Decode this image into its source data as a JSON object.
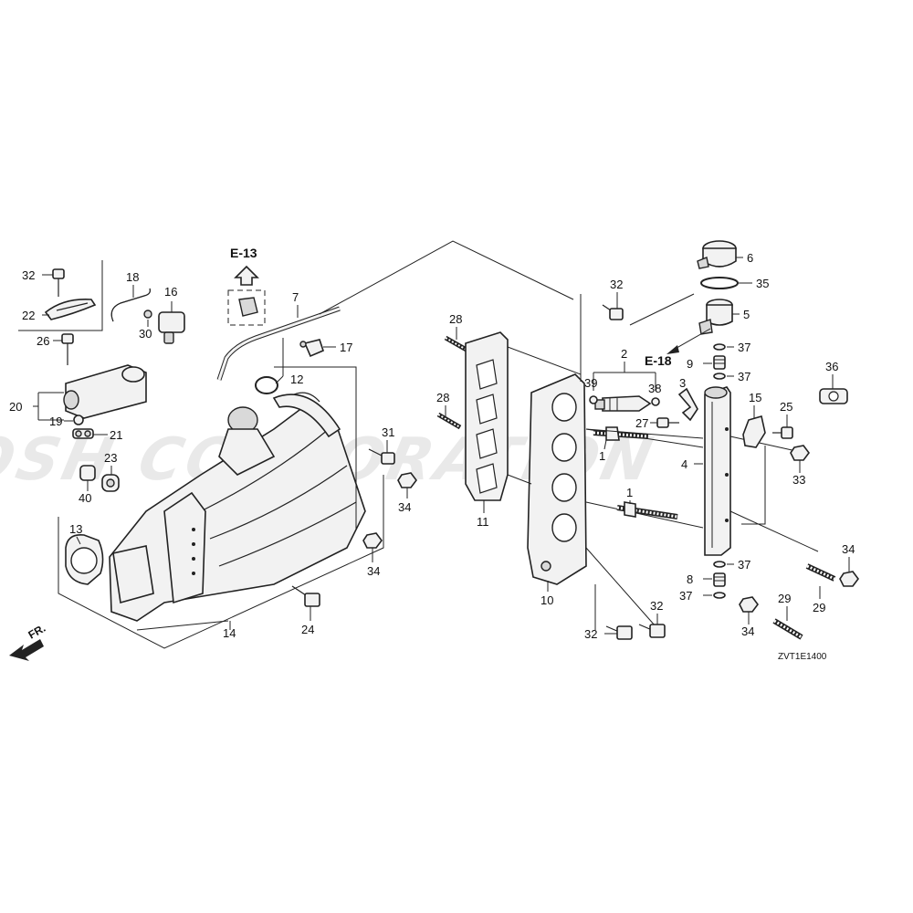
{
  "watermark": "JOSH CORPORATION",
  "diagram_code": "ZVT1E1400",
  "direction": {
    "label": "FR."
  },
  "references": [
    {
      "id": "e13",
      "label": "E-13"
    },
    {
      "id": "e18",
      "label": "E-18"
    }
  ],
  "callouts": [
    {
      "id": "c32a",
      "text": "32"
    },
    {
      "id": "c22",
      "text": "22"
    },
    {
      "id": "c18",
      "text": "18"
    },
    {
      "id": "c16",
      "text": "16"
    },
    {
      "id": "c30",
      "text": "30"
    },
    {
      "id": "c26",
      "text": "26"
    },
    {
      "id": "c20",
      "text": "20"
    },
    {
      "id": "c19",
      "text": "19"
    },
    {
      "id": "c21",
      "text": "21"
    },
    {
      "id": "c23",
      "text": "23"
    },
    {
      "id": "c40",
      "text": "40"
    },
    {
      "id": "c13",
      "text": "13"
    },
    {
      "id": "c7",
      "text": "7"
    },
    {
      "id": "c17",
      "text": "17"
    },
    {
      "id": "c12",
      "text": "12"
    },
    {
      "id": "c31",
      "text": "31"
    },
    {
      "id": "c34a",
      "text": "34"
    },
    {
      "id": "c34b",
      "text": "34"
    },
    {
      "id": "c24",
      "text": "24"
    },
    {
      "id": "c14",
      "text": "14"
    },
    {
      "id": "c28a",
      "text": "28"
    },
    {
      "id": "c28b",
      "text": "28"
    },
    {
      "id": "c11",
      "text": "11"
    },
    {
      "id": "c10",
      "text": "10"
    },
    {
      "id": "c32b",
      "text": "32"
    },
    {
      "id": "c2",
      "text": "2"
    },
    {
      "id": "c39",
      "text": "39"
    },
    {
      "id": "c38",
      "text": "38"
    },
    {
      "id": "c3",
      "text": "3"
    },
    {
      "id": "c27",
      "text": "27"
    },
    {
      "id": "c1a",
      "text": "1"
    },
    {
      "id": "c1b",
      "text": "1"
    },
    {
      "id": "c6",
      "text": "6"
    },
    {
      "id": "c35",
      "text": "35"
    },
    {
      "id": "c5",
      "text": "5"
    },
    {
      "id": "c37a",
      "text": "37"
    },
    {
      "id": "c9",
      "text": "9"
    },
    {
      "id": "c37b",
      "text": "37"
    },
    {
      "id": "c36",
      "text": "36"
    },
    {
      "id": "c15",
      "text": "15"
    },
    {
      "id": "c25",
      "text": "25"
    },
    {
      "id": "c33",
      "text": "33"
    },
    {
      "id": "c4",
      "text": "4"
    },
    {
      "id": "c37c",
      "text": "37"
    },
    {
      "id": "c8",
      "text": "8"
    },
    {
      "id": "c37d",
      "text": "37"
    },
    {
      "id": "c34c",
      "text": "34"
    },
    {
      "id": "c29a",
      "text": "29"
    },
    {
      "id": "c29b",
      "text": "29"
    },
    {
      "id": "c34d",
      "text": "34"
    },
    {
      "id": "c32c",
      "text": "32"
    },
    {
      "id": "c32d",
      "text": "32"
    }
  ]
}
